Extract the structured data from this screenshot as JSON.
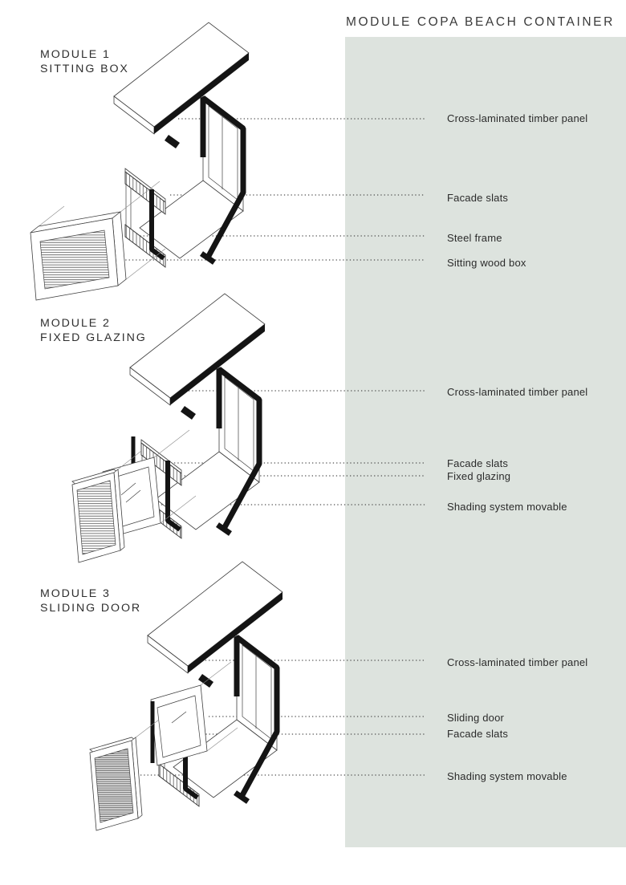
{
  "header": {
    "title": "MODULE COPA BEACH CONTAINER"
  },
  "colors": {
    "panel_bg": "#dde3de",
    "line_ink": "#141414",
    "text": "#2e2e2e"
  },
  "modules": [
    {
      "name": "MODULE 1",
      "subtitle": "SITTING BOX",
      "labels": [
        {
          "text": "Cross-laminated timber panel"
        },
        {
          "text": "Facade slats"
        },
        {
          "text": "Steel frame"
        },
        {
          "text": "Sitting wood box"
        }
      ]
    },
    {
      "name": "MODULE 2",
      "subtitle": "FIXED GLAZING",
      "labels": [
        {
          "text": "Cross-laminated timber panel"
        },
        {
          "text": "Facade slats"
        },
        {
          "text": "Fixed glazing"
        },
        {
          "text": "Shading system movable"
        }
      ]
    },
    {
      "name": "MODULE 3",
      "subtitle": "SLIDING DOOR",
      "labels": [
        {
          "text": "Cross-laminated timber panel"
        },
        {
          "text": "Sliding door"
        },
        {
          "text": "Facade slats"
        },
        {
          "text": "Shading system movable"
        }
      ]
    }
  ]
}
